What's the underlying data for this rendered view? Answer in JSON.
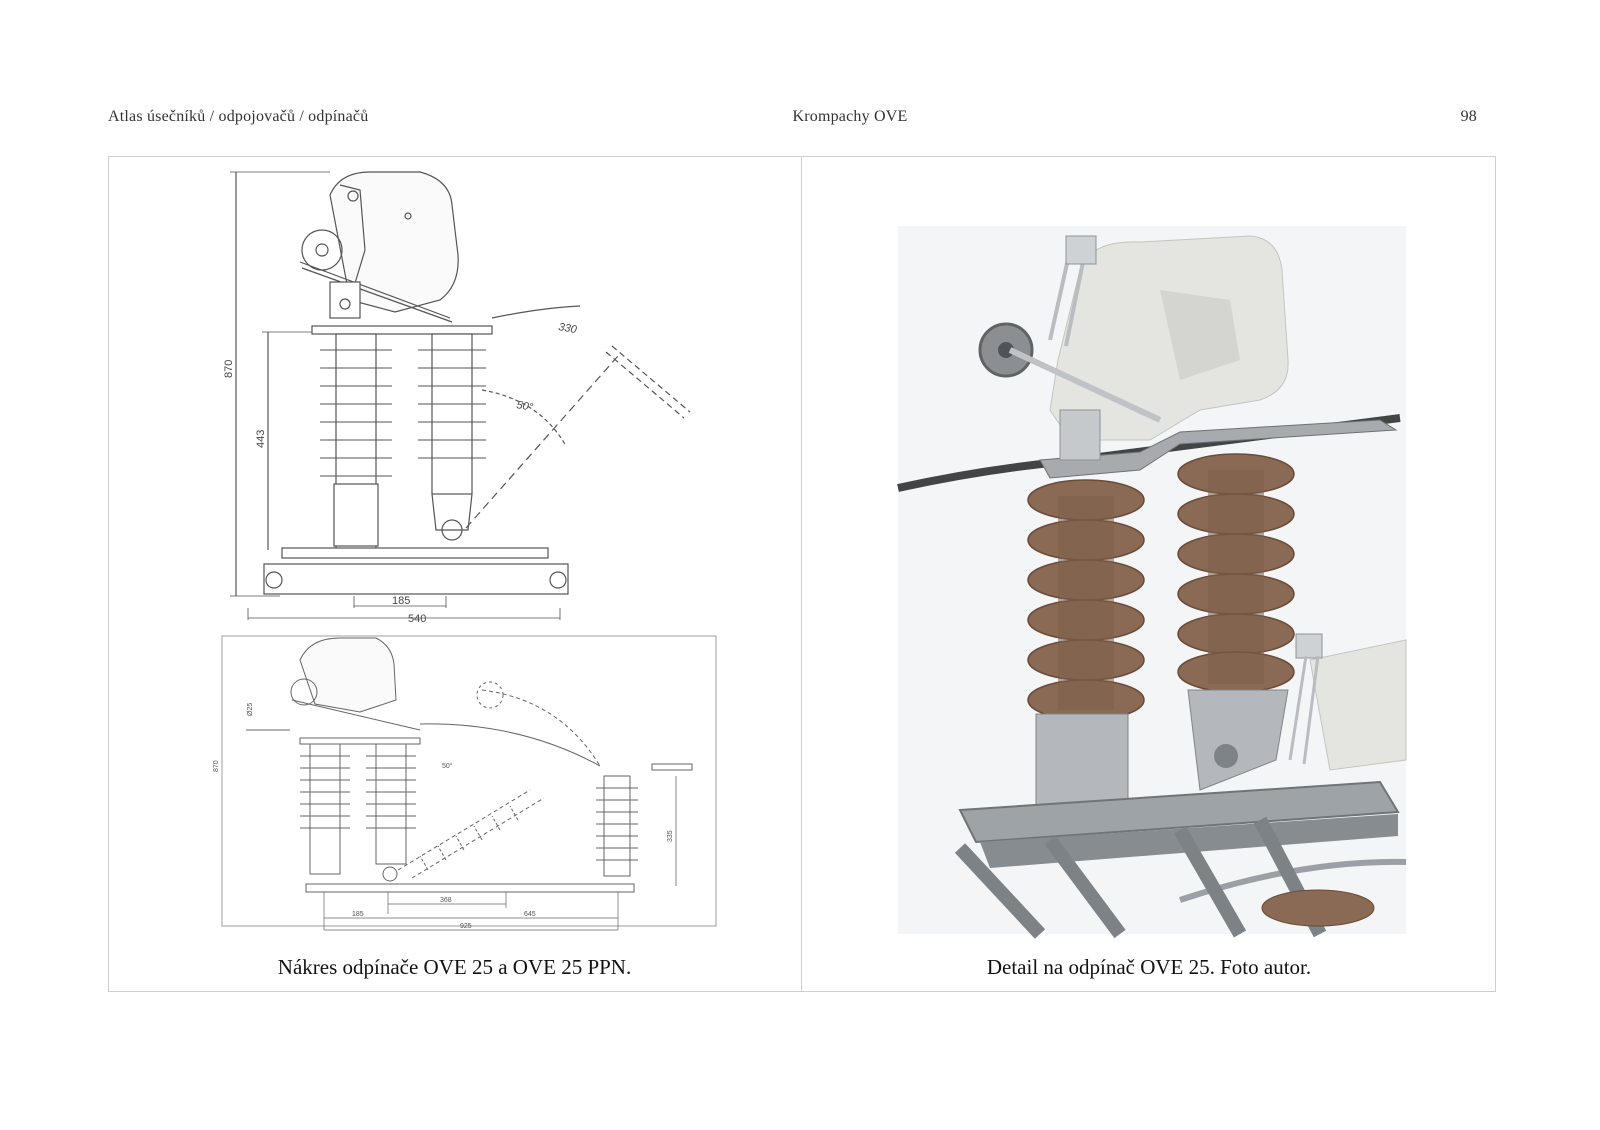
{
  "header": {
    "left": "Atlas úsečníků / odpojovačů / odpínačů",
    "center": "Krompachy OVE",
    "page_number": "98"
  },
  "drawing_top": {
    "dim_total_height": "870",
    "dim_lower_height": "443",
    "dim_span": "330",
    "dim_angle": "50°",
    "dim_base_inner": "185",
    "dim_base_total": "540"
  },
  "drawing_bottom": {
    "dim_diameter": "Ø25",
    "dim_height": "870",
    "dim_angle": "50°",
    "dim_right_height": "335",
    "dim_368": "368",
    "dim_185": "185",
    "dim_645": "645",
    "dim_925": "925"
  },
  "captions": {
    "left": "Nákres odpínače OVE 25 a OVE 25 PPN.",
    "right": "Detail na odpínač OVE 25. Foto autor."
  },
  "colors": {
    "insulator_brown": "#8a6a55",
    "metal_grey": "#a9aeb3",
    "housing": "#e6e6e2"
  }
}
